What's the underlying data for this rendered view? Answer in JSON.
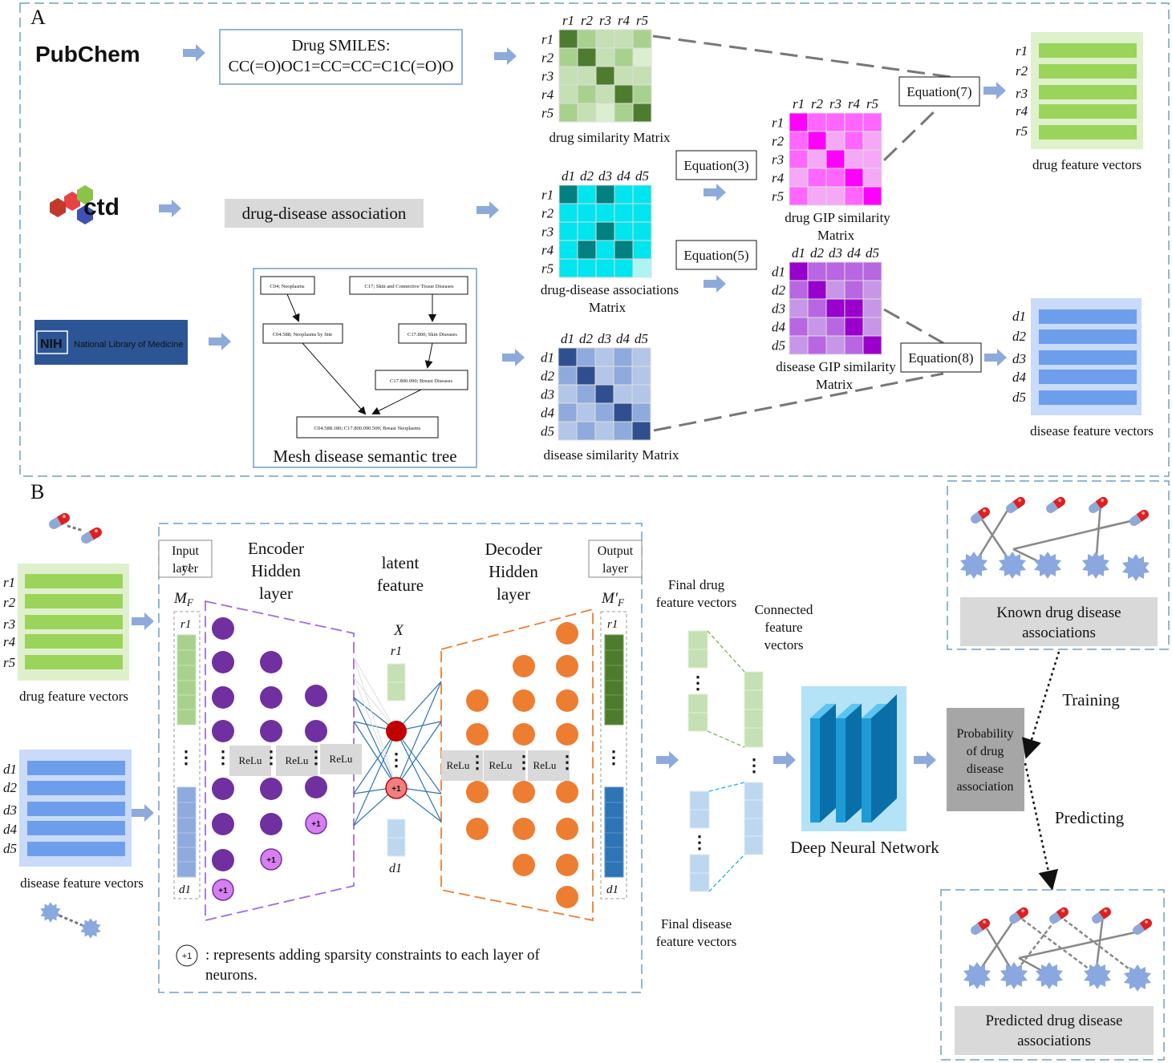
{
  "panel_a": {
    "label": "A",
    "logos": {
      "pubchem": "PubChem",
      "ctd": "ctd",
      "nlm": "National Library of Medicine",
      "nlm_short": "NIH"
    },
    "smiles_title": "Drug SMILES:",
    "smiles_value": "CC(=O)OC1=CC=CC=C1C(=O)O",
    "association_box": "drug-disease association",
    "mesh_nodes": [
      "C04; Neoplasms",
      "C17; Skin and Connective Tissue Diseases",
      "C04.588; Neoplasms by Site",
      "C17.800; Skin Diseases",
      "C17.800.090; Breast Diseases",
      "C04.588.180; C17.800.090.500; Breast Neoplasms"
    ],
    "mesh_caption": "Mesh disease semantic tree",
    "drug_labels": [
      "r1",
      "r2",
      "r3",
      "r4",
      "r5"
    ],
    "disease_labels": [
      "d1",
      "d2",
      "d3",
      "d4",
      "d5"
    ],
    "drug_sim_caption": "drug similarity Matrix",
    "assoc_caption_1": "drug-disease associations",
    "assoc_caption_2": "Matrix",
    "disease_sim_caption": "disease similarity Matrix",
    "drug_gip_caption_1": "drug GIP similarity",
    "drug_gip_caption_2": "Matrix",
    "disease_gip_caption_1": "disease GIP similarity",
    "disease_gip_caption_2": "Matrix",
    "eq3": "Equation(3)",
    "eq5": "Equation(5)",
    "eq7": "Equation(7)",
    "eq8": "Equation(8)",
    "drug_feat_caption": "drug feature vectors",
    "disease_feat_caption": "disease feature vectors"
  },
  "panel_b": {
    "label": "B",
    "drug_feat_caption": "drug feature vectors",
    "disease_feat_caption": "disease feature vectors",
    "input_layer_1": "Input",
    "input_layer_2": "layer",
    "input_overlap": "r1",
    "output_layer_1": "Output",
    "output_layer_2": "layer",
    "mf": "M",
    "mf_sub": "F",
    "mf_prime": "M′",
    "mf_prime_sub": "F",
    "encoder": [
      "Encoder",
      "Hidden",
      "layer"
    ],
    "latent": [
      "latent",
      "feature"
    ],
    "decoder": [
      "Decoder",
      "Hidden",
      "layer"
    ],
    "x_label": "X",
    "r1": "r1",
    "d1": "d1",
    "relu": "ReLu",
    "plus_one": "+1",
    "legend_line_1": ": represents adding sparsity constraints to each layer of",
    "legend_line_2": "neurons.",
    "final_drug": [
      "Final drug",
      "feature vectors"
    ],
    "connected": [
      "Connected",
      "feature",
      "vectors"
    ],
    "final_disease": [
      "Final disease",
      "feature vectors"
    ],
    "dnn_caption": "Deep Neural Network",
    "prob": [
      "Probability",
      "of drug",
      "disease",
      "association"
    ],
    "training": "Training",
    "predicting": "Predicting",
    "known": [
      "Known drug disease",
      "associations"
    ],
    "predicted": [
      "Predicted drug disease",
      "associations"
    ]
  },
  "colors": {
    "dash_border": "#6f9fc9",
    "arrow": "#8eaadb",
    "green_dark": "#4e7c2e",
    "green_mid": "#a9d18e",
    "green_light": "#dbeed0",
    "feat_green": "#9bd45a",
    "feat_green_bg": "#dff0cc",
    "teal_dark": "#008080",
    "cyan": "#00e5ee",
    "cyan_light": "#aef4f4",
    "magenta": "#ff00ff",
    "pink": "#f5a8f5",
    "purple": "#9900cc",
    "lilac": "#c896e8",
    "navy": "#2f4f8f",
    "blue_light": "#b4c6e7",
    "feat_blue": "#6d9eeb",
    "feat_blue_bg": "#c9dafa",
    "encoder_node": "#7030a0",
    "decoder_node": "#ed7d31",
    "plus_node": "#d77ff0",
    "latent_red": "#c00000",
    "latent_pink": "#f08080",
    "dnn_bg": "#b4e2f7",
    "dnn_block": "#1e9bd7",
    "gray_box": "#d9d9d9",
    "prob_box": "#a6a6a6"
  }
}
